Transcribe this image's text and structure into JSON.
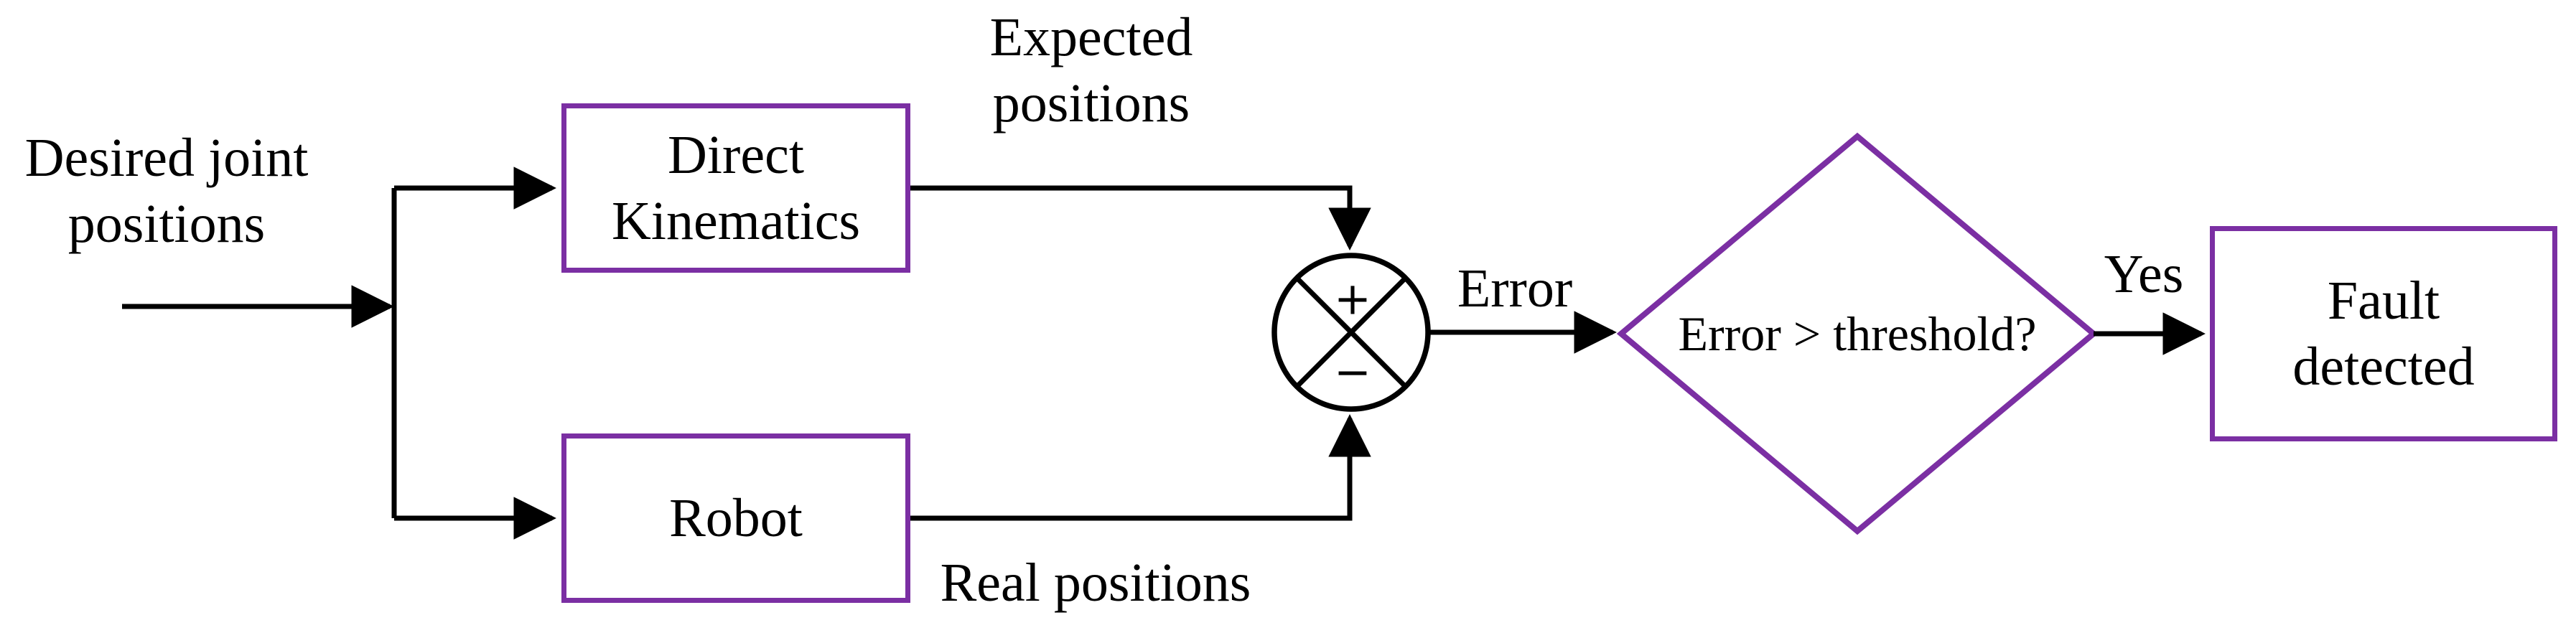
{
  "colors": {
    "accent_purple": "#7b2fa3",
    "line_black": "#000000",
    "background": "#ffffff"
  },
  "labels": {
    "desired_input": "Desired joint\npositions",
    "expected": "Expected\npositions",
    "real": "Real positions",
    "error": "Error",
    "yes": "Yes"
  },
  "blocks": {
    "direct_kinematics": "Direct\nKinematics",
    "robot": "Robot",
    "fault_detected": "Fault\ndetected"
  },
  "decision": {
    "question": "Error > threshold?"
  },
  "sum_junction": {
    "plus": "+",
    "minus": "−"
  }
}
